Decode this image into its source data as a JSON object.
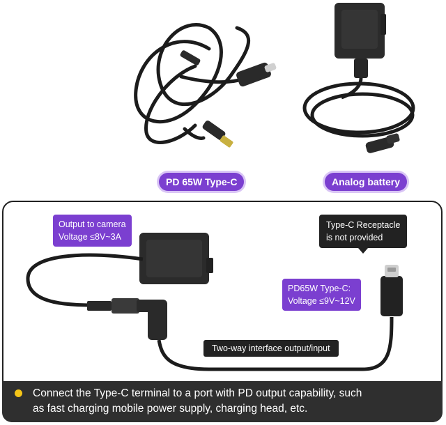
{
  "labels": {
    "pd_cable": "PD 65W Type-C",
    "analog_battery": "Analog battery"
  },
  "diagram": {
    "output_box_line1": "Output to camera",
    "output_box_line2": "Voltage ≤8V~3A",
    "receptacle_box_line1": "Type-C Receptacle",
    "receptacle_box_line2": "is not provided",
    "pd_input_line1": "PD65W Type-C:",
    "pd_input_line2": "Voltage ≤9V~12V",
    "interface_label": "Two-way interface output/input"
  },
  "footer": {
    "line1": "Connect the Type-C terminal to a port with PD output capability, such",
    "line2": "as fast charging mobile power supply, charging head, etc."
  },
  "colors": {
    "accent_purple": "#7b3fd0",
    "dark_box": "#222222",
    "footer_bg": "#2f2f2f",
    "bullet_yellow": "#f5c518"
  }
}
